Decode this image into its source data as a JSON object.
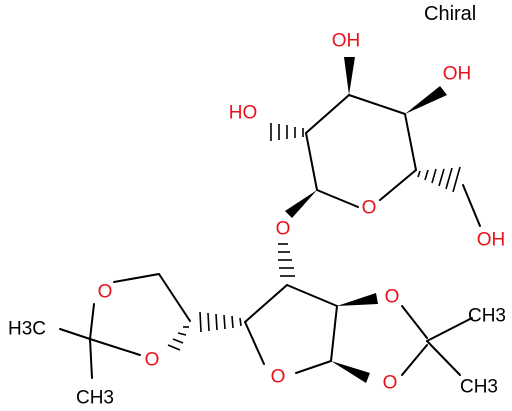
{
  "flag": "Chiral",
  "colors": {
    "bond": "#000000",
    "oxygen": "#e8141c",
    "carbon": "#000000"
  },
  "labels": {
    "oh_top": "OH",
    "oh_right": "OH",
    "ho_left": "HO",
    "oh_ch2": "OH",
    "o_ring_pyranose": "O",
    "o_glycosidic": "O",
    "o_dioxolane_a_top": "O",
    "o_dioxolane_a_bottom": "O",
    "o_furanose": "O",
    "o_dioxolane_b_top": "O",
    "o_dioxolane_b_bottom": "O",
    "me_left_h3c": "H3C",
    "me_left_ch3": "CH3",
    "me_right_top": "CH3",
    "me_right_bottom": "CH3"
  }
}
